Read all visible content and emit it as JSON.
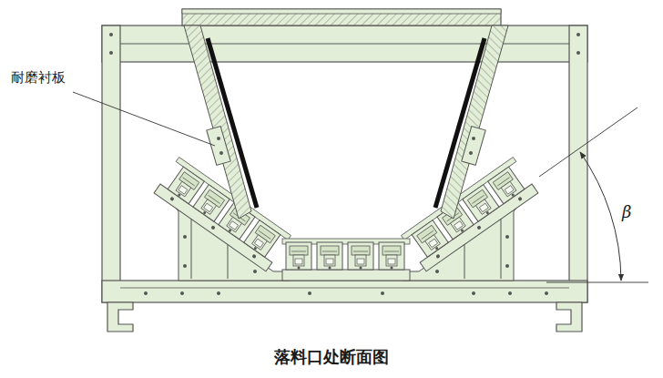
{
  "diagram": {
    "caption": "落料口处断面图",
    "labels": [
      "耐磨衬板",
      "β"
    ]
  }
}
